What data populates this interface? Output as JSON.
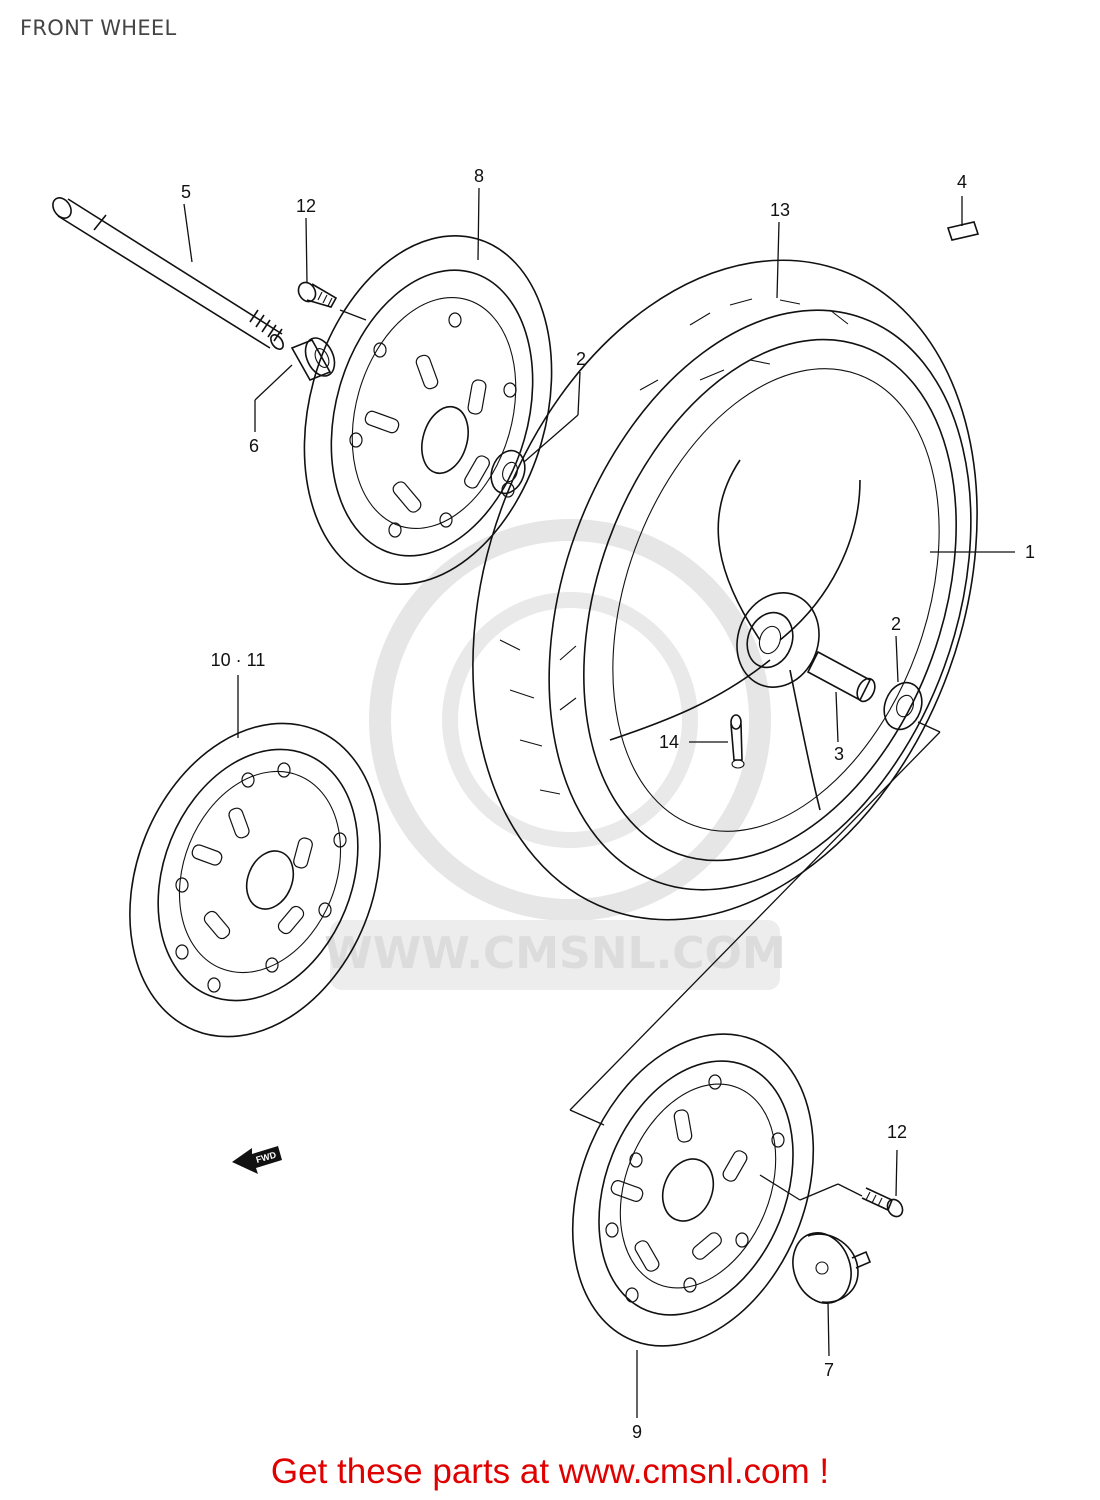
{
  "title": "FRONT WHEEL",
  "watermark": "WWW.CMSNL.COM",
  "fwd_label": "FWD",
  "cta": "Get these parts at www.cmsnl.com !",
  "callouts": {
    "c1": "1",
    "c2a": "2",
    "c2b": "2",
    "c3": "3",
    "c4": "4",
    "c5": "5",
    "c6": "6",
    "c7": "7",
    "c8": "8",
    "c9": "9",
    "c10_11": "10 · 11",
    "c12a": "12",
    "c12b": "12",
    "c13": "13",
    "c14": "14"
  },
  "colors": {
    "cta": "#e00000",
    "ink": "#111111",
    "watermark": "#dcdcdc"
  }
}
